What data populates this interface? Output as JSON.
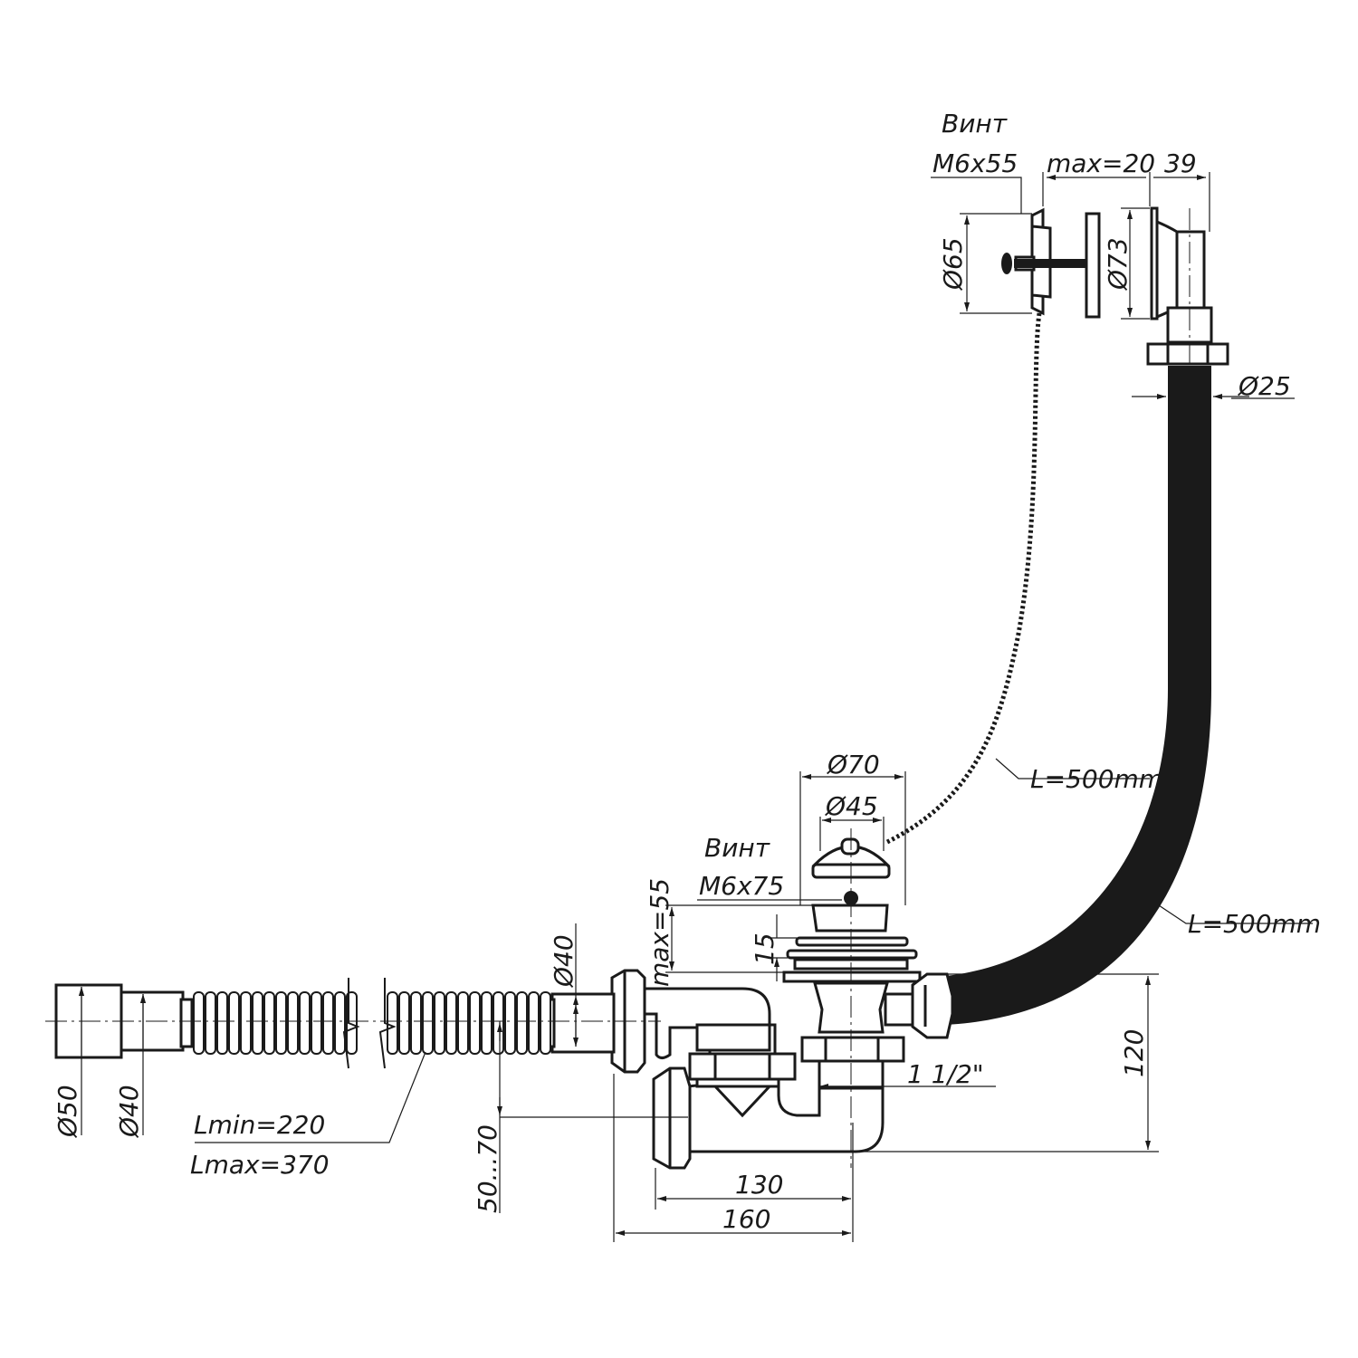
{
  "labels": {
    "overflow_screw_title": "Винт",
    "overflow_screw_size": "M6x55",
    "overflow_gap": "max=20",
    "overflow_depth": "39",
    "overflow_cover_dia": "Ø65",
    "overflow_body_dia": "Ø73",
    "overflow_hose_dia": "Ø25",
    "chain_length": "L=500mm",
    "hose_length": "L=500mm",
    "plug_dia": "Ø70",
    "plug_inner_dia": "Ø45",
    "drain_screw_title": "Винт",
    "drain_screw_size": "M6x75",
    "drain_gap": "max=55",
    "drain_flange": "15",
    "outlet_dia": "Ø40",
    "corrugated_outer_dia": "Ø50",
    "corrugated_inner_dia": "Ø40",
    "corrugated_lmin": "Lmin=220",
    "corrugated_lmax": "Lmax=370",
    "thread": "1 1/2\"",
    "height": "120",
    "seal_range": "50...70",
    "width_130": "130",
    "width_160": "160"
  },
  "colors": {
    "ink": "#1a1a1a",
    "paper": "#ffffff",
    "hose": "#1a1a1a"
  }
}
